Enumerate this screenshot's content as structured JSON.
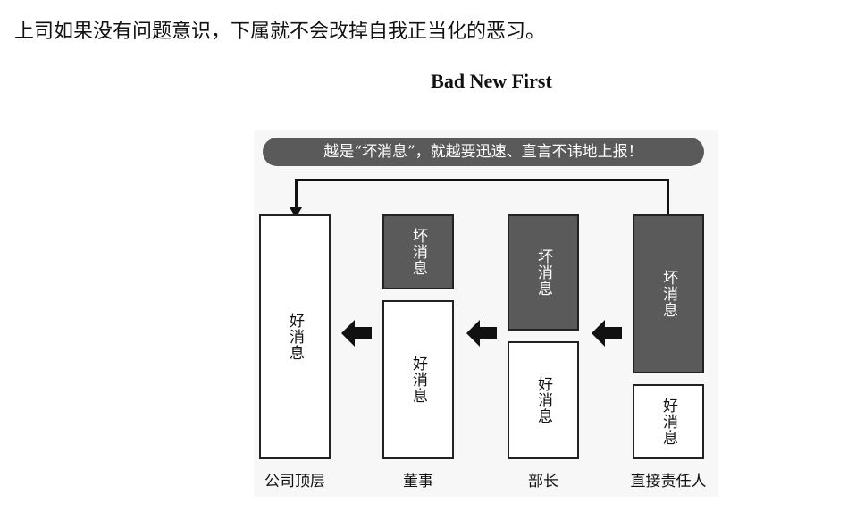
{
  "intro": "上司如果没有问题意识，下属就不会改掉自我正当化的恶习。",
  "title": "Bad New First",
  "diagram": {
    "banner": "越是“坏消息”，就越要迅速、直言不讳地上报！",
    "good_news": "好消息",
    "bad_news": "坏消息",
    "columns": [
      {
        "label": "公司顶层"
      },
      {
        "label": "董事"
      },
      {
        "label": "部长"
      },
      {
        "label": "直接责任人"
      }
    ]
  },
  "colors": {
    "bad_fill": "#5a5a5a",
    "good_fill": "#ffffff",
    "line": "#111111"
  }
}
